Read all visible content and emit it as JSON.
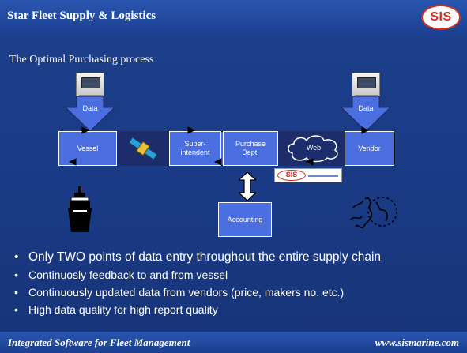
{
  "header": {
    "title": "Star Fleet Supply & Logistics",
    "logo_text": "SIS"
  },
  "subtitle": "The Optimal Purchasing process",
  "diagram": {
    "data_left": "Data",
    "data_right": "Data",
    "nodes": {
      "vessel": "Vessel",
      "superintendent_line1": "Super-",
      "superintendent_line2": "intendent",
      "purchase_line1": "Purchase",
      "purchase_line2": "Dept.",
      "web": "Web",
      "vendor": "Vendor",
      "accounting": "Accounting"
    },
    "badge_text": "SIS",
    "icons": [
      "computer-icon",
      "satellite-icon",
      "ship-icon",
      "cloud-icon",
      "double-arrow-icon",
      "globe-sketch-icon"
    ]
  },
  "bullets": [
    "Only TWO points of data entry throughout the entire supply chain",
    "Continuosly feedback to and from vessel",
    "Continuously updated data from vendors (price, makers no. etc.)",
    "High data quality for high report quality"
  ],
  "bullet_glyph": "•",
  "footer": {
    "left": "Integrated Software for Fleet Management",
    "right": "www.sismarine.com"
  },
  "colors": {
    "background": "#1a3a85",
    "box": "#4b6fe0",
    "dark_segment": "#1d2c6a",
    "logo_red": "#d3301f"
  }
}
